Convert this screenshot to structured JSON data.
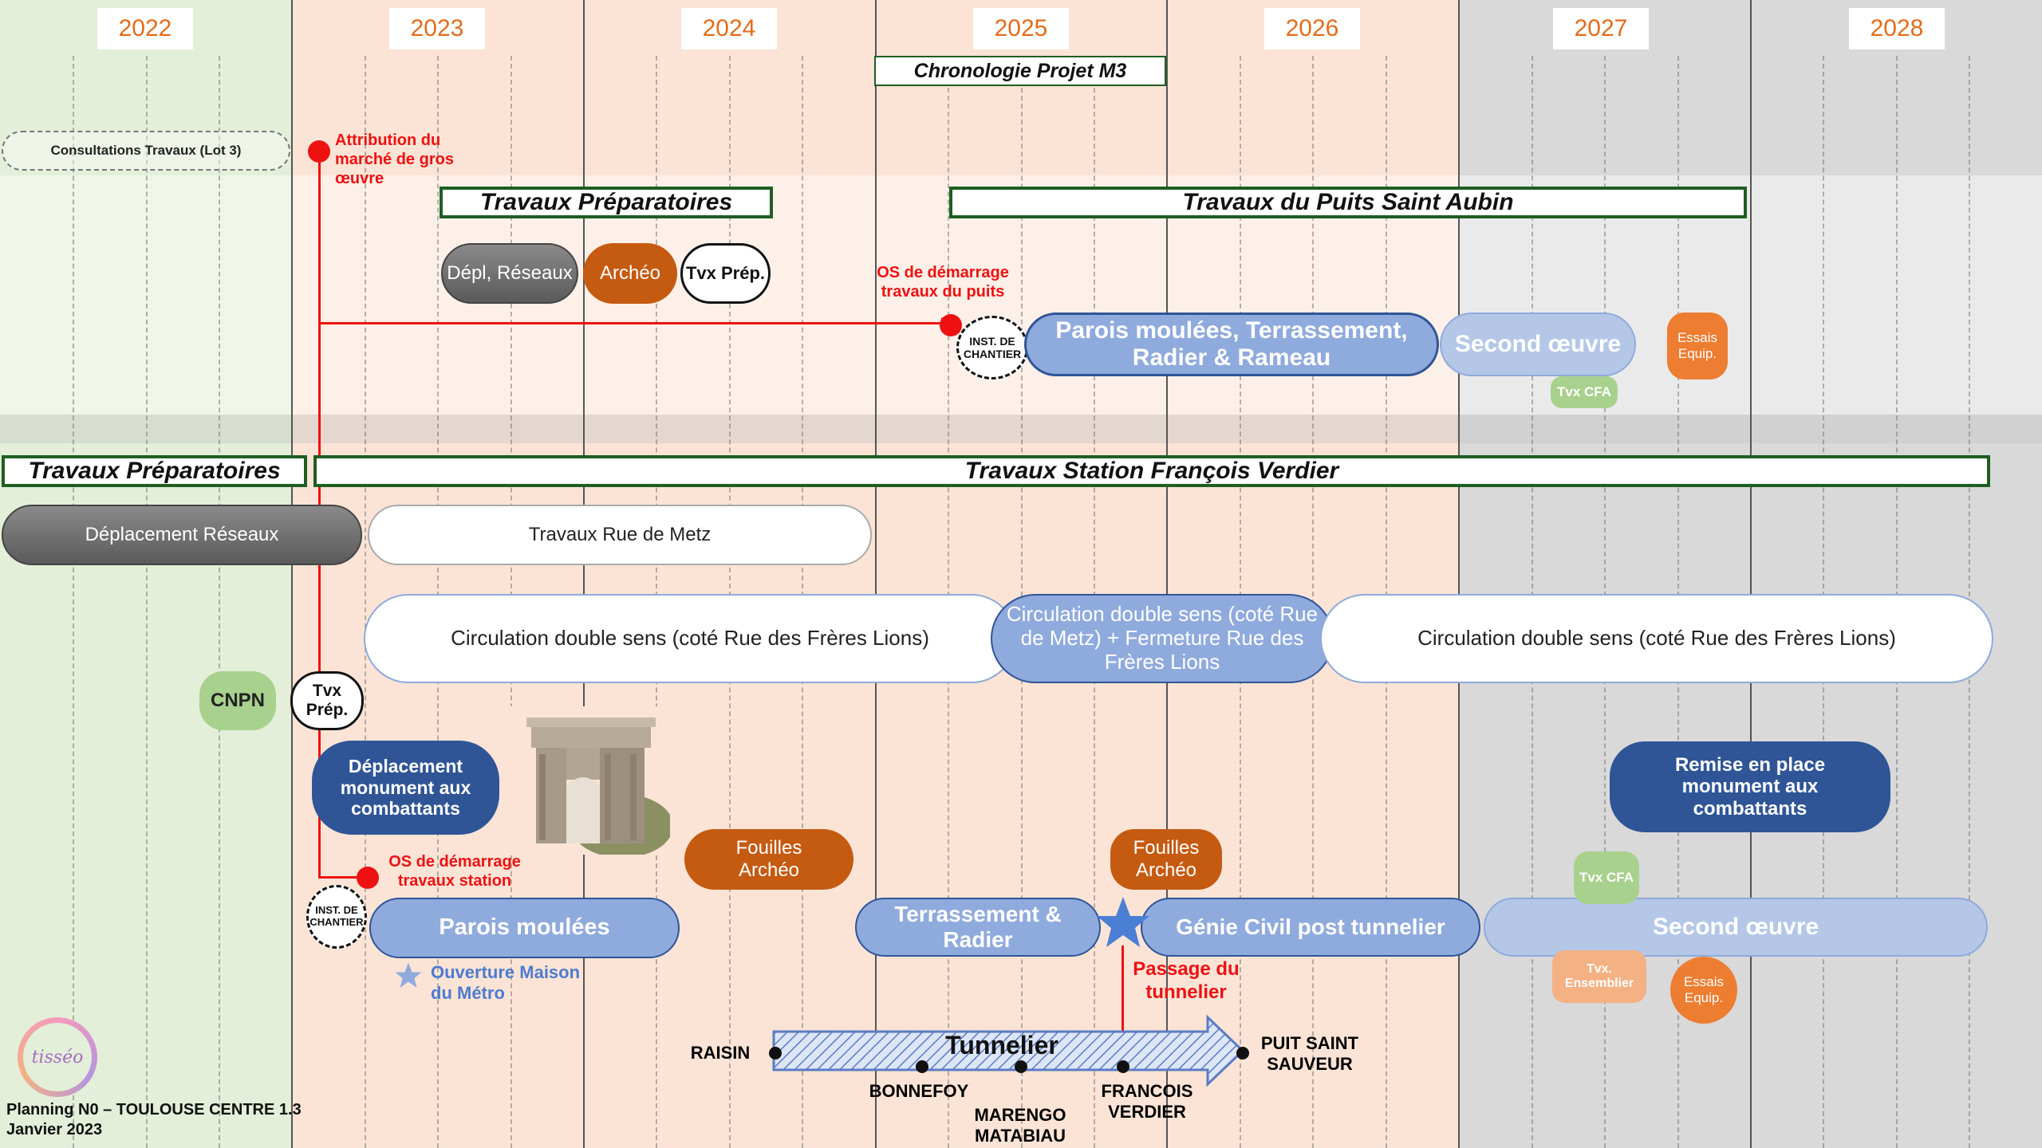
{
  "years": [
    "2022",
    "2023",
    "2024",
    "2025",
    "2026",
    "2027",
    "2028"
  ],
  "chart_title": "Chronologie Projet M3",
  "top": {
    "consultations": "Consultations Travaux (Lot 3)",
    "attribution": "Attribution du marché de gros œuvre",
    "tp_header": "Travaux Préparatoires",
    "puits_header": "Travaux du Puits Saint Aubin",
    "depl_reseaux": "Dépl, Réseaux",
    "archeo": "Archéo",
    "tvx_prep": "Tvx Prép.",
    "os_puits": "OS de démarrage travaux du puits",
    "inst_chantier": "Inst. de chantier",
    "parois_radier": "Parois moulées, Terrassement, Radier &  Rameau",
    "second_oeuvre": "Second œuvre",
    "tvx_cfa": "Tvx CFA",
    "essais": "Essais Equip."
  },
  "station": {
    "tp_header": "Travaux Préparatoires",
    "station_header": "Travaux  Station François Verdier",
    "depl_reseaux": "Déplacement Réseaux",
    "rue_metz": "Travaux Rue de Metz",
    "circ1": "Circulation double sens (coté Rue des Frères Lions)",
    "circ_mid": "Circulation double sens (coté Rue de Metz) + Fermeture Rue des Frères Lions",
    "circ2": "Circulation double sens (coté Rue des Frères Lions)",
    "cnpn": "CNPN",
    "tvx_prep": "Tvx Prép.",
    "depl_monument": "Déplacement monument aux combattants",
    "remise_monument": "Remise en place monument aux combattants",
    "fouilles1": "Fouilles Archéo",
    "fouilles2": "Fouilles Archéo",
    "os_station": "OS de démarrage travaux station",
    "inst_chantier": "Inst. de chantier",
    "parois": "Parois moulées",
    "ouverture": "Ouverture Maison du Métro",
    "terrassement": "Terrassement & Radier",
    "genie_civil": "Génie Civil post tunnelier",
    "second_oeuvre": "Second œuvre",
    "tvx_cfa": "Tvx CFA",
    "tvx_ensemblier": "Tvx. Ensemblier",
    "essais": "Essais Equip.",
    "passage": "Passage du tunnelier"
  },
  "tunnel": {
    "label": "Tunnelier",
    "stations": [
      "RAISIN",
      "BONNEFOY",
      "MARENGO MATABIAU",
      "FRANCOIS VERDIER",
      "PUIT SAINT SAUVEUR"
    ]
  },
  "footer": {
    "logo": "tisséo",
    "line1": "Planning N0 – TOULOUSE CENTRE 1.3",
    "line2": "Janvier 2023"
  },
  "colors": {
    "year_text": "#e36c1b",
    "green_bg": "#e3efd9",
    "salmon_bg": "#fbe4d6",
    "grey_bg": "#d9d9d9",
    "header_border": "#1e5e22",
    "dark_blue": "#2f5597",
    "mid_blue": "#8faadc",
    "light_blue": "#b4c7e7",
    "orange": "#c55a11",
    "light_orange": "#ed7d31",
    "light_green": "#a9d18e",
    "red": "#ee1111"
  }
}
